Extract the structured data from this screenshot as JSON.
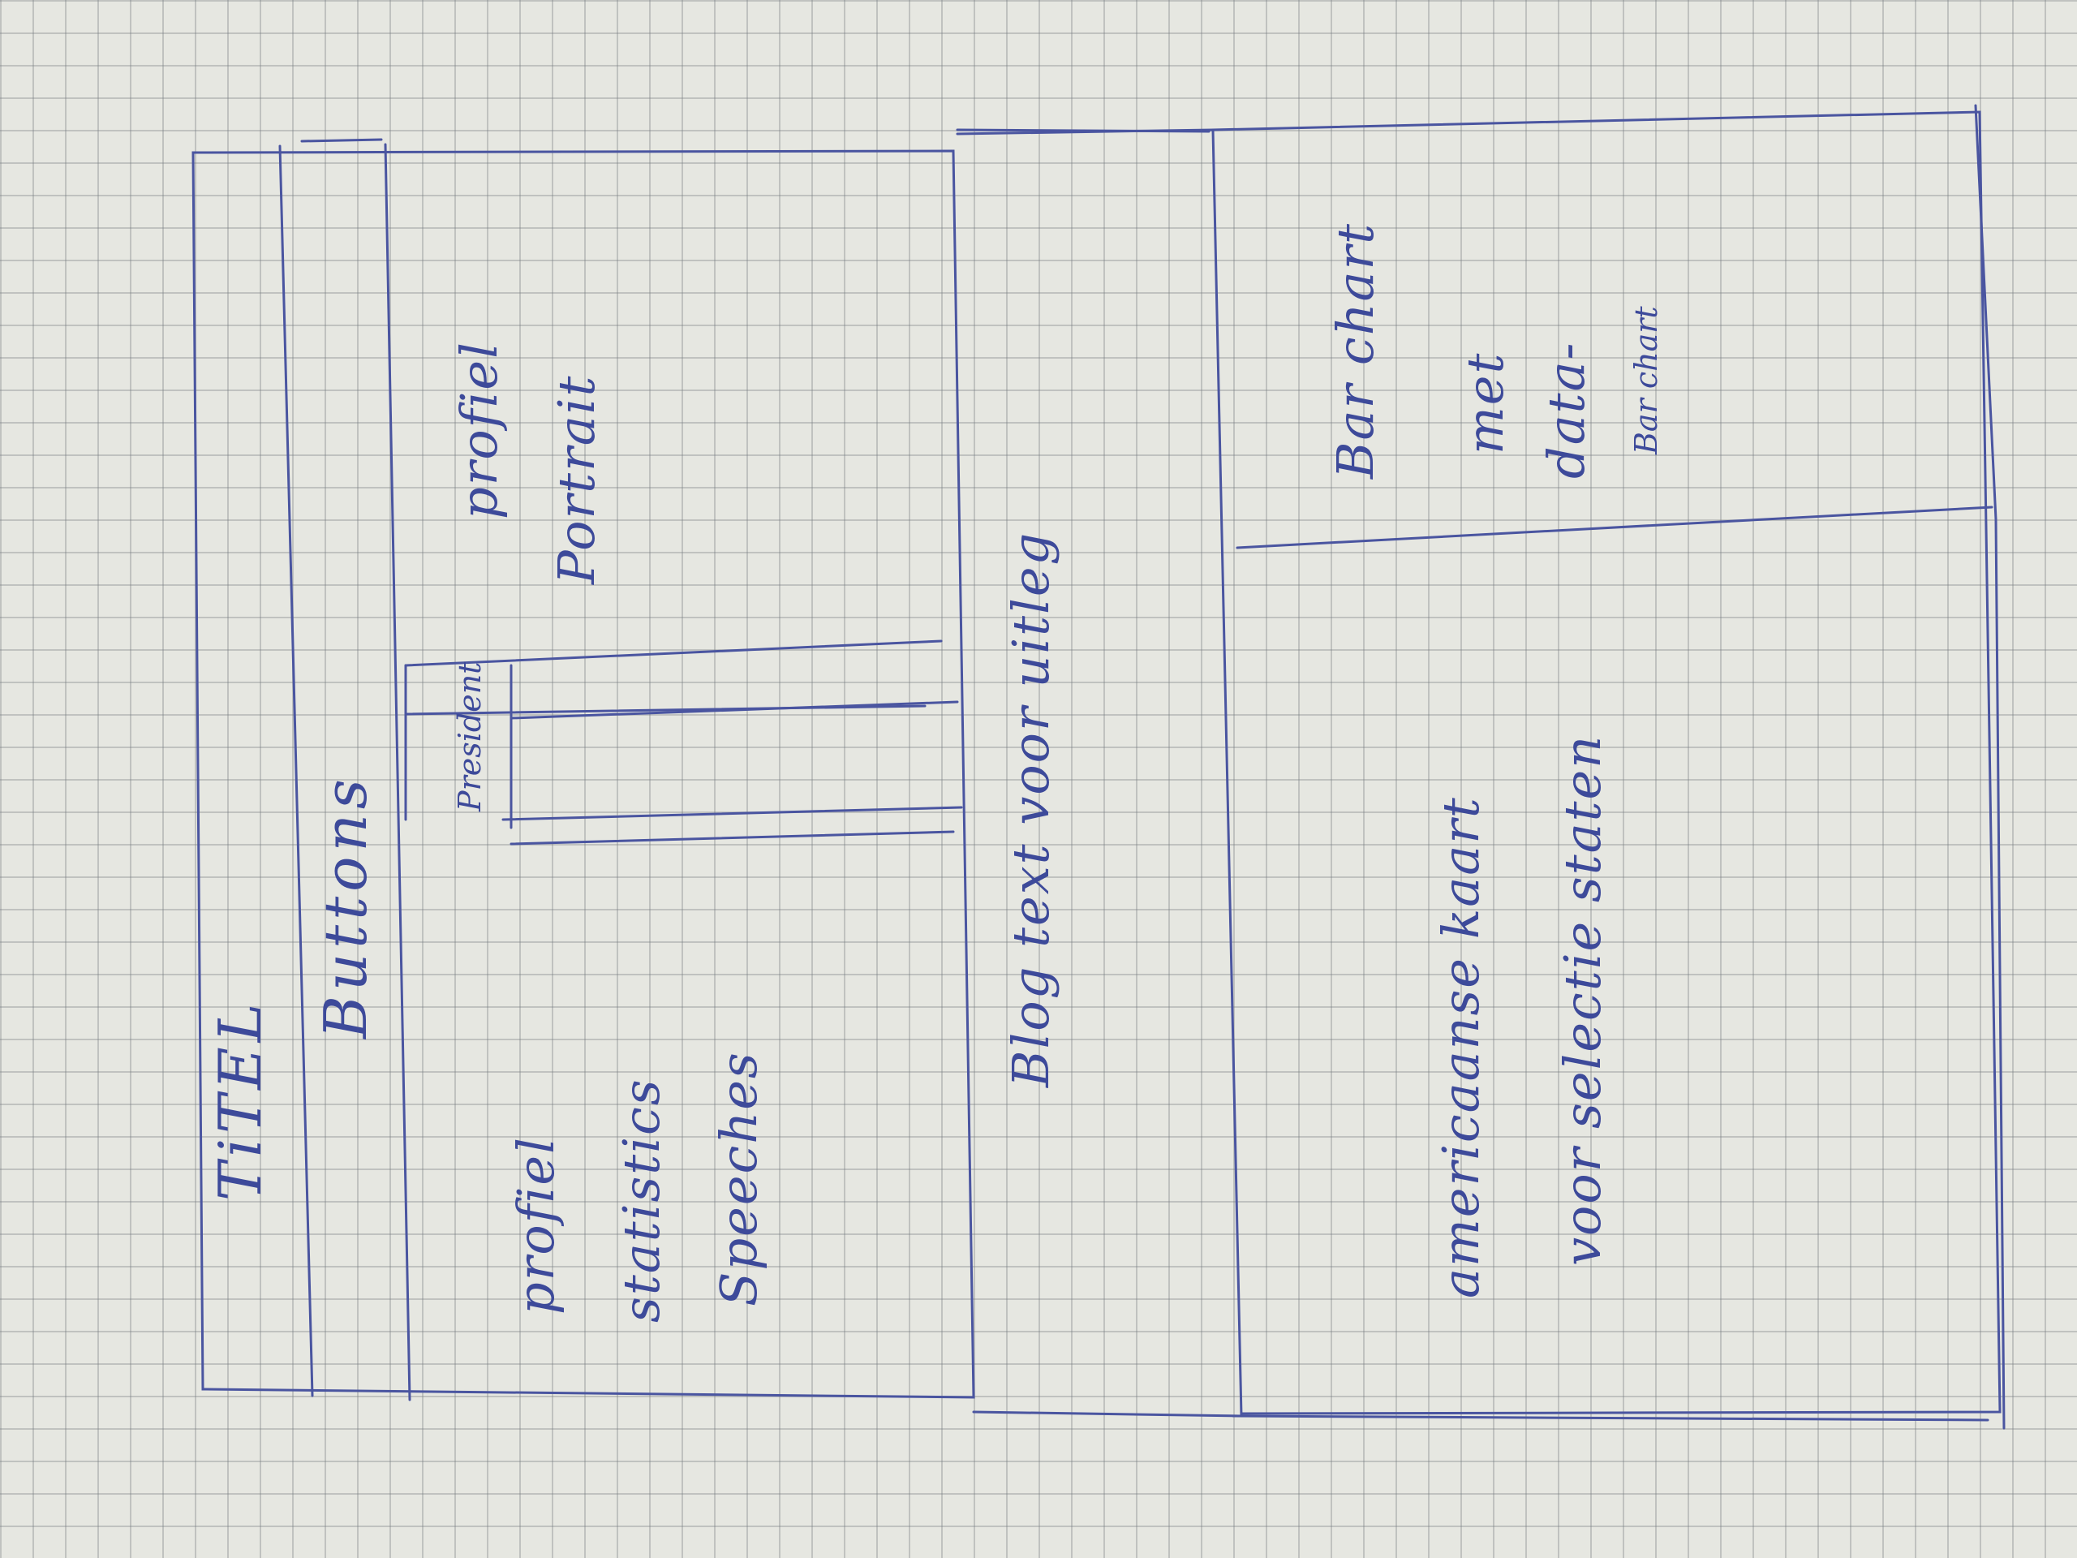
{
  "sketch": {
    "title": "TiTEL",
    "buttons": "Buttons",
    "menu": [
      "profiel",
      "statistics",
      "Speeches"
    ],
    "profile_photo": "profiel",
    "portrait": "Portrait",
    "president": "President",
    "blog": "Blog text voor uitleg",
    "map_line1": "americaanse kaart",
    "map_line2": "voor selectie staten",
    "chart_line1": "Bar chart",
    "chart_line2": "met",
    "chart_line3": "data-",
    "chart_line4": "Bar chart"
  },
  "colors": {
    "paper": "#e6e7e1",
    "grid": "#8a8f94",
    "ink": "#3d4a9a"
  }
}
